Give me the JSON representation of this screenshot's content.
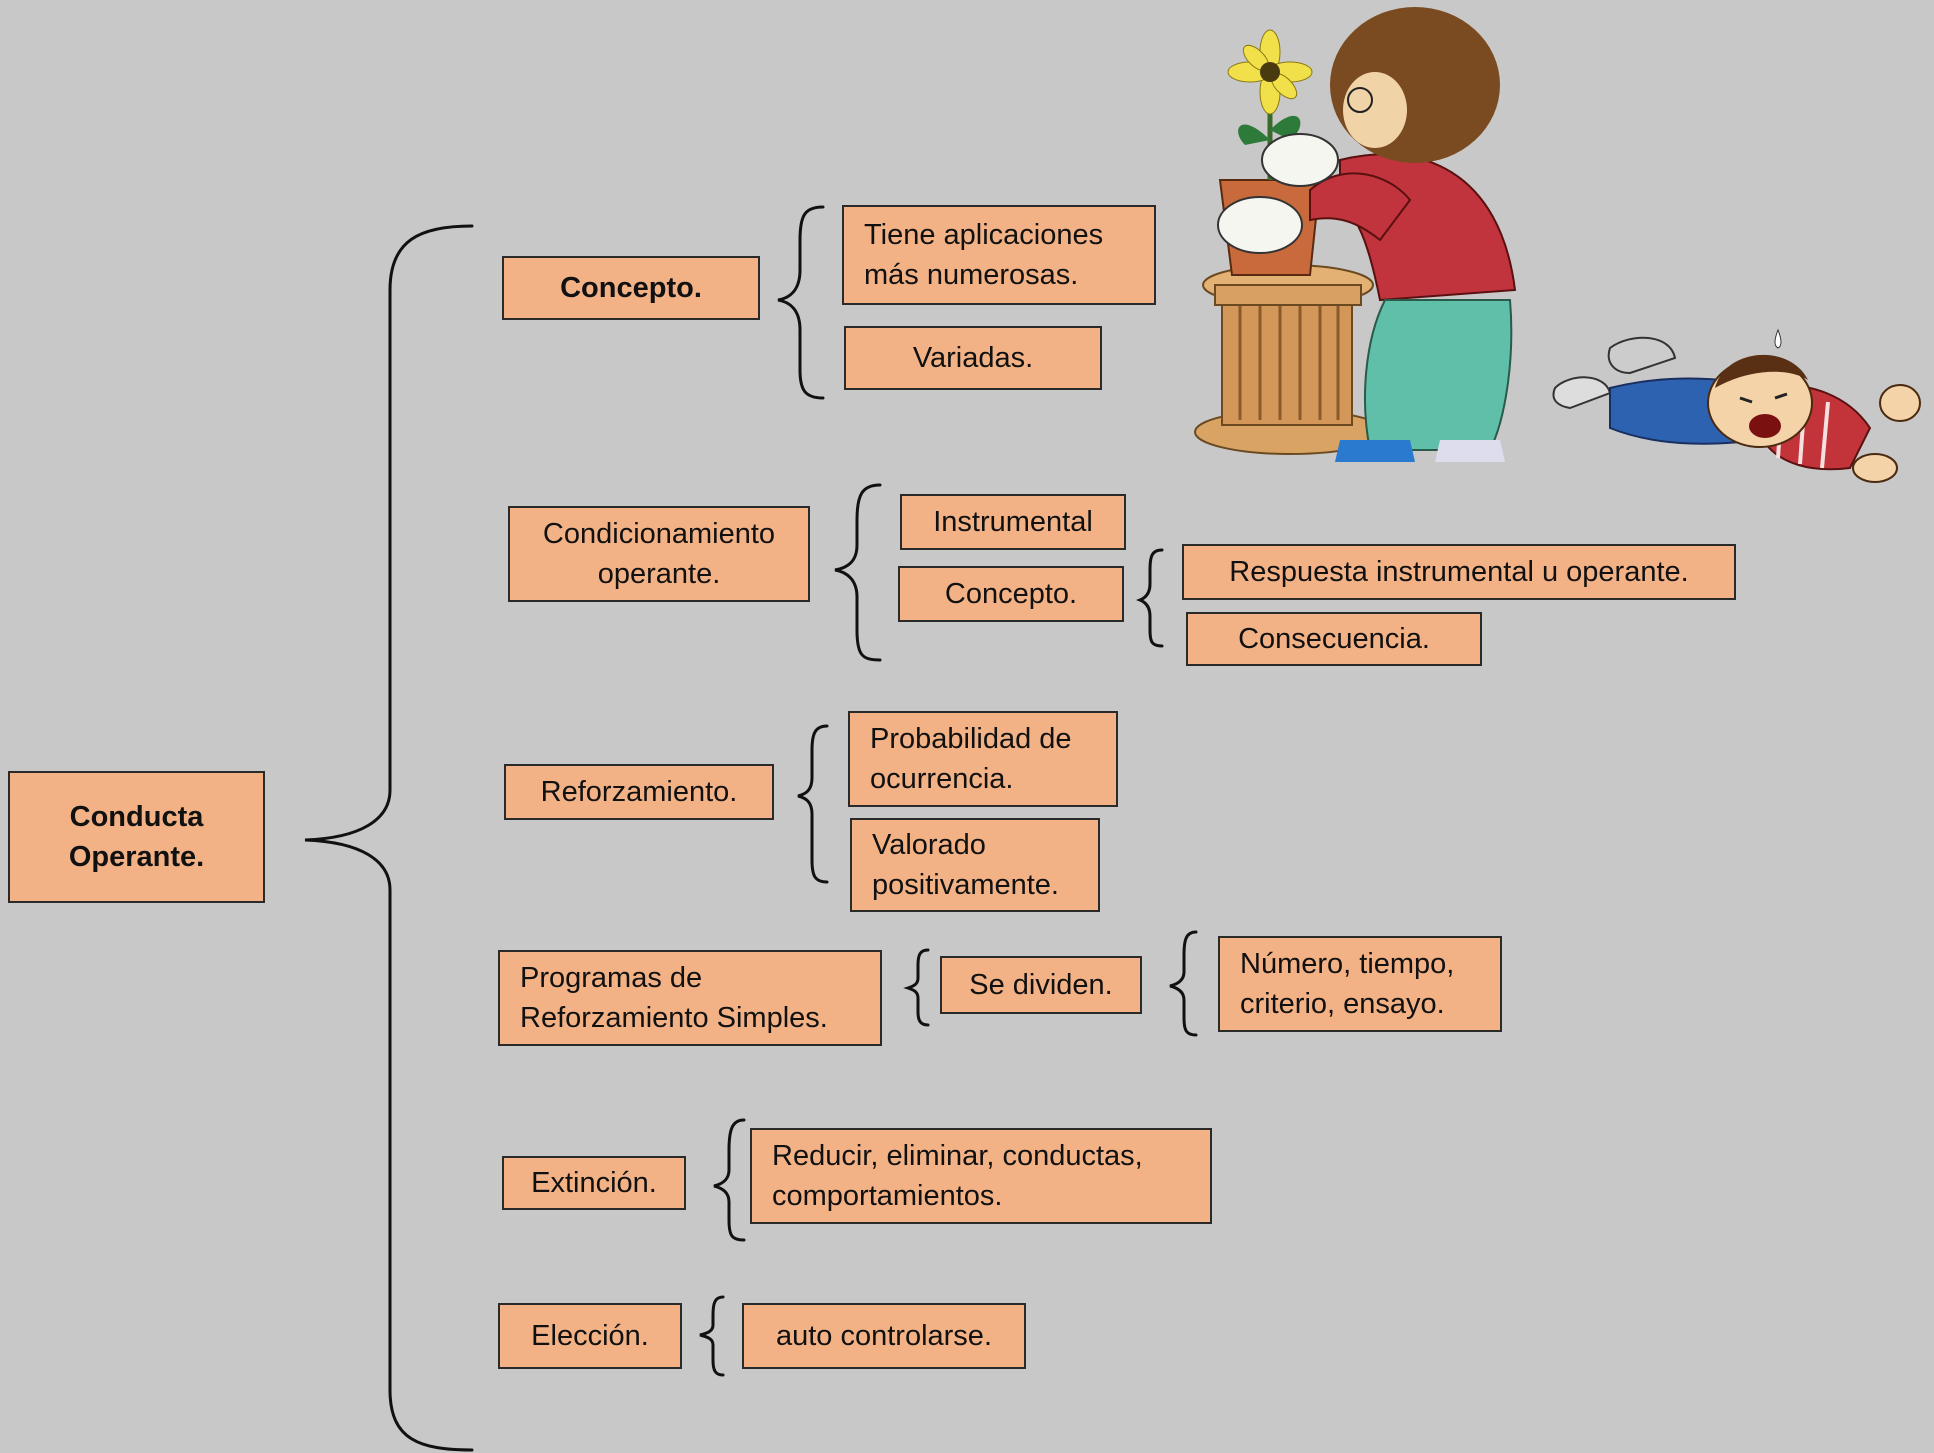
{
  "root": {
    "label": "Conducta\nOperante."
  },
  "branches": {
    "concepto": {
      "label": "Concepto.",
      "items": [
        "Tiene aplicaciones\nmás numerosas.",
        "Variadas."
      ]
    },
    "condicionamiento": {
      "label": "Condicionamiento\noperante.",
      "instrumental": "Instrumental",
      "concepto": "Concepto.",
      "sub_items": [
        "Respuesta instrumental u operante.",
        "Consecuencia."
      ]
    },
    "reforzamiento": {
      "label": "Reforzamiento.",
      "items": [
        "Probabilidad de\nocurrencia.",
        "Valorado\npositivamente."
      ]
    },
    "programas": {
      "label": "Programas de\nReforzamiento Simples.",
      "middle": "Se dividen.",
      "item": "Número, tiempo,\ncriterio, ensayo."
    },
    "extincion": {
      "label": "Extinción.",
      "item": "Reducir, eliminar, conductas,\ncomportamientos."
    },
    "eleccion": {
      "label": "Elección.",
      "item": "auto controlarse."
    }
  },
  "colors": {
    "box_fill": "#f3b286",
    "background": "#c8c8c8",
    "border": "#2a2a2a"
  },
  "illustrations": [
    "woman-watering-flower-illustration",
    "crying-child-tantrum-illustration"
  ]
}
